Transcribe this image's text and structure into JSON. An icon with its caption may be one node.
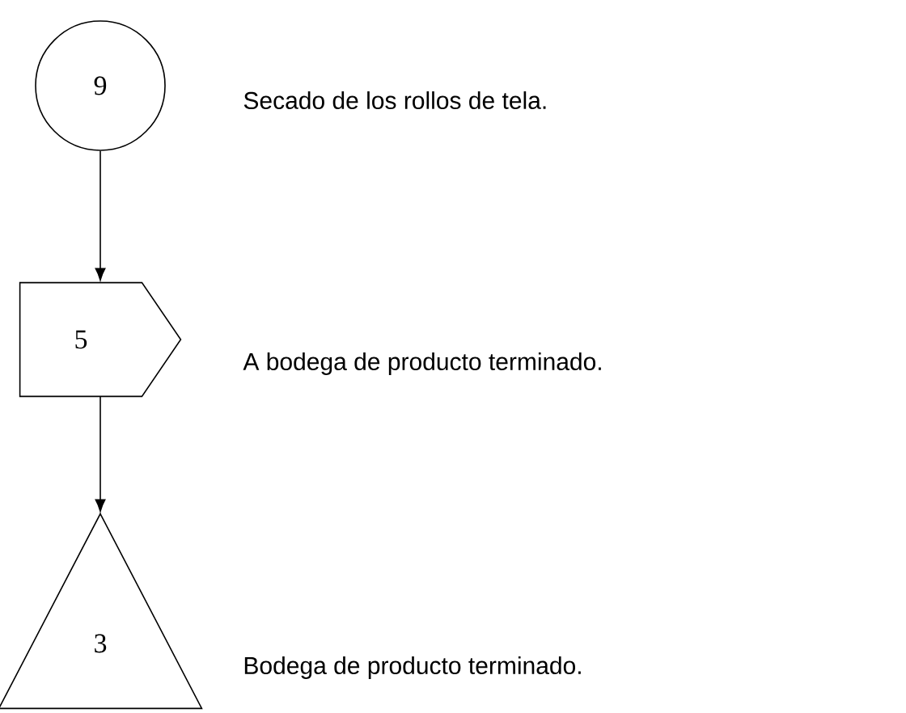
{
  "diagram": {
    "nodes": [
      {
        "text": [
          "9"
        ],
        "beside": [
          "Secado de los rollos de tela."
        ]
      },
      {
        "text": [
          "5"
        ],
        "beside": [
          "A bodega de producto terminado."
        ]
      },
      {
        "text": [
          "3"
        ],
        "beside": [
          "Bodega de producto terminado."
        ]
      }
    ],
    "edges": [
      {
        "from": 0,
        "to": 1,
        "arrow": "to"
      },
      {
        "from": 1,
        "to": 2,
        "arrow": "to"
      }
    ]
  }
}
